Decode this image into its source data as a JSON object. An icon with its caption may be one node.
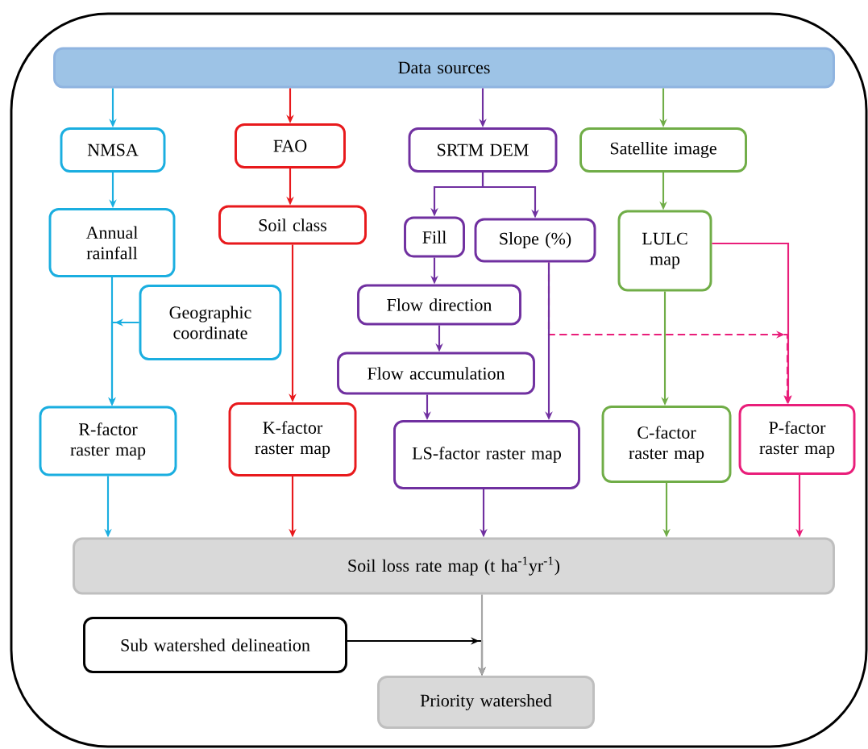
{
  "diagram": {
    "nodes": [
      {
        "text": [
          "Data sources"
        ]
      },
      {
        "text": [
          "NMSA"
        ]
      },
      {
        "text": [
          "FAO"
        ]
      },
      {
        "text": [
          "SRTM DEM"
        ]
      },
      {
        "text": [
          "Satellite image"
        ]
      },
      {
        "text": [
          "Annual rainfall"
        ]
      },
      {
        "text": [
          "Soil class"
        ]
      },
      {
        "text": [
          "Fill"
        ]
      },
      {
        "text": [
          "Slope (%)"
        ]
      },
      {
        "text": [
          "LULC map"
        ]
      },
      {
        "text": [
          "Geographic coordinate"
        ]
      },
      {
        "text": [
          "Flow direction"
        ]
      },
      {
        "text": [
          "Flow accumulation"
        ]
      },
      {
        "text": [
          "R-factor raster map"
        ]
      },
      {
        "text": [
          "K-factor raster map"
        ]
      },
      {
        "text": [
          "LS-factor raster map"
        ]
      },
      {
        "text": [
          "C-factor raster map"
        ]
      },
      {
        "text": [
          "P-factor raster map"
        ]
      },
      {
        "text": [
          "Soil loss rate map (t ha$^{-1}$yr$^{-1}$)"
        ]
      },
      {
        "text": [
          "Sub watershed delineation"
        ]
      },
      {
        "text": [
          "Priority watershed"
        ]
      }
    ],
    "edges": [
      {
        "from": 0,
        "to": 1,
        "arrow": "to",
        "color": "#1aaee0"
      },
      {
        "from": 0,
        "to": 2,
        "arrow": "to",
        "color": "#e8191c"
      },
      {
        "from": 0,
        "to": 3,
        "arrow": "to",
        "color": "#7030a0"
      },
      {
        "from": 0,
        "to": 4,
        "arrow": "to",
        "color": "#70ad47"
      },
      {
        "from": 1,
        "to": 5,
        "arrow": "to",
        "color": "#1aaee0"
      },
      {
        "from": 2,
        "to": 6,
        "arrow": "to",
        "color": "#e8191c"
      },
      {
        "from": 3,
        "to": 7,
        "arrow": "to",
        "color": "#7030a0"
      },
      {
        "from": 3,
        "to": 8,
        "arrow": "to",
        "color": "#7030a0"
      },
      {
        "from": 4,
        "to": 9,
        "arrow": "to",
        "color": "#70ad47"
      },
      {
        "from": 5,
        "to": 13,
        "arrow": "to",
        "color": "#1aaee0"
      },
      {
        "from": 10,
        "to": 13,
        "arrow": "to",
        "color": "#1aaee0"
      },
      {
        "from": 6,
        "to": 14,
        "arrow": "to",
        "color": "#e8191c"
      },
      {
        "from": 7,
        "to": 11,
        "arrow": "to",
        "color": "#7030a0"
      },
      {
        "from": 11,
        "to": 12,
        "arrow": "to",
        "color": "#7030a0"
      },
      {
        "from": 12,
        "to": 15,
        "arrow": "to",
        "color": "#7030a0"
      },
      {
        "from": 8,
        "to": 15,
        "arrow": "to",
        "color": "#7030a0"
      },
      {
        "from": 9,
        "to": 16,
        "arrow": "to",
        "color": "#70ad47"
      },
      {
        "from": 9,
        "to": 17,
        "arrow": "to",
        "color": "#e91e7a"
      },
      {
        "from": 8,
        "to": 17,
        "arrow": "to",
        "style": "dashed",
        "color": "#e91e7a"
      },
      {
        "from": 13,
        "to": 18,
        "arrow": "to",
        "color": "#1aaee0"
      },
      {
        "from": 14,
        "to": 18,
        "arrow": "to",
        "color": "#e8191c"
      },
      {
        "from": 15,
        "to": 18,
        "arrow": "to",
        "color": "#7030a0"
      },
      {
        "from": 16,
        "to": 18,
        "arrow": "to",
        "color": "#70ad47"
      },
      {
        "from": 17,
        "to": 18,
        "arrow": "to",
        "color": "#e91e7a"
      },
      {
        "from": 18,
        "to": 20,
        "arrow": "to",
        "color": "#a6a6a6"
      },
      {
        "from": 19,
        "to": 20,
        "arrow": "to",
        "color": "#000000"
      }
    ]
  }
}
